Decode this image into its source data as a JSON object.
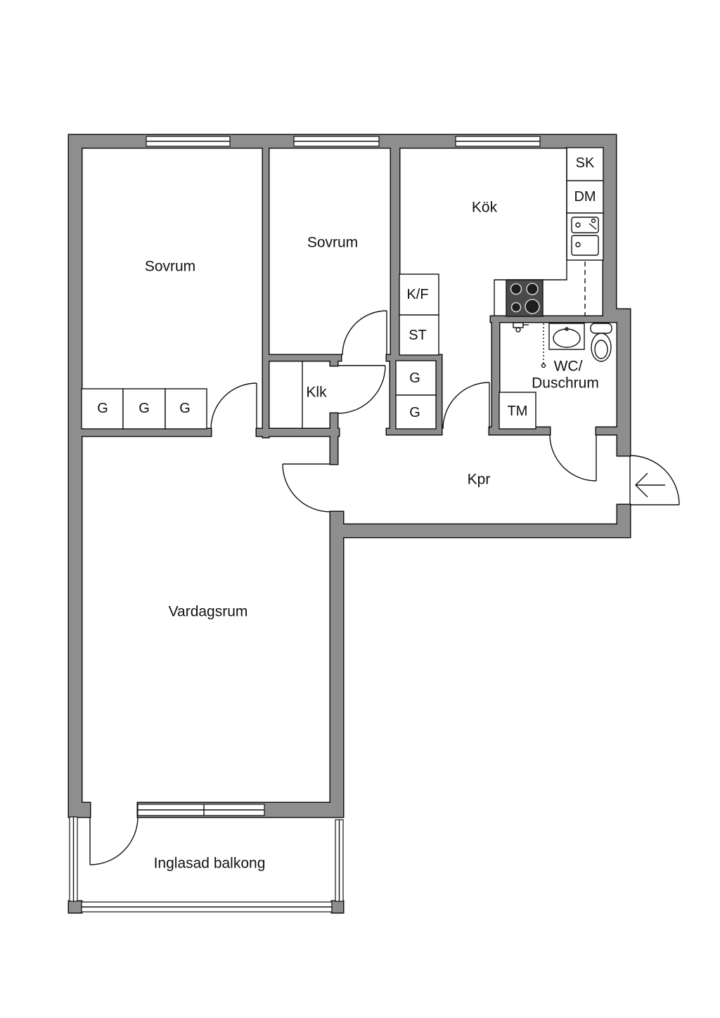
{
  "floor_plan": {
    "rooms": {
      "bedroom_left": "Sovrum",
      "bedroom_middle": "Sovrum",
      "kitchen": "Kök",
      "walk_in_closet": "Klk",
      "bathroom": [
        "WC/",
        "Duschrum"
      ],
      "hallway": "Kpr",
      "living_room": "Vardagsrum",
      "balcony": "Inglasad balkong"
    },
    "fixtures": {
      "kitchen_sk": "SK",
      "kitchen_dm": "DM",
      "kitchen_kf": "K/F",
      "kitchen_st": "ST",
      "bathroom_tm": "TM",
      "bedroom_wardrobes": [
        "G",
        "G",
        "G"
      ],
      "hall_wardrobes": [
        "G",
        "G"
      ]
    },
    "icons": {
      "entrance": "entrance-arrow-icon",
      "stove": "stove-icon",
      "kitchen_sink": "kitchen-sink-icon",
      "washbasin": "washbasin-icon",
      "toilet": "toilet-icon",
      "shower": "shower-icon"
    }
  }
}
